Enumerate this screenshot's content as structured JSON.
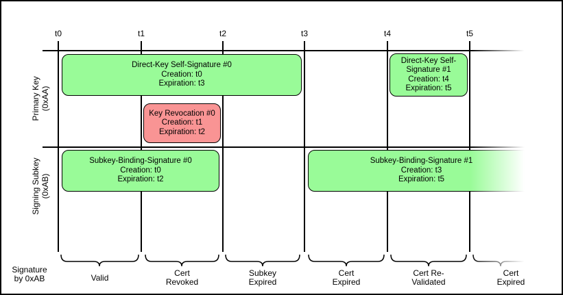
{
  "timeline": {
    "ticks": [
      "t0",
      "t1",
      "t2",
      "t3",
      "t4",
      "t5"
    ]
  },
  "rows": [
    {
      "label": "Primary Key\n(0xAA)"
    },
    {
      "label": "Signing Subkey\n(0xAB)"
    }
  ],
  "boxes": [
    {
      "title": "Direct-Key Self-Signature #0",
      "creation": "Creation: t0",
      "expiration": "Expiration: t3",
      "status_color": "#99fb98"
    },
    {
      "title": "Key Revocation #0",
      "creation": "Creation: t1",
      "expiration": "Expiration: t2",
      "status_color": "#f99494"
    },
    {
      "title": "Direct-Key Self-Signature #1",
      "creation": "Creation: t4",
      "expiration": "Expiration: t5",
      "status_color": "#99fb98"
    },
    {
      "title": "Subkey-Binding-Signature #0",
      "creation": "Creation: t0",
      "expiration": "Expiration: t2",
      "status_color": "#99fb98"
    },
    {
      "title": "Subkey-Binding-Signature #1",
      "creation": "Creation: t3",
      "expiration": "Expiration: t5",
      "status_color": "#99fb98"
    }
  ],
  "legend": {
    "label": "Signature\nby 0xAB"
  },
  "periods": [
    {
      "label": "Valid"
    },
    {
      "label": "Cert\nRevoked"
    },
    {
      "label": "Subkey\nExpired"
    },
    {
      "label": "Cert\nExpired"
    },
    {
      "label": "Cert Re-\nValidated"
    },
    {
      "label": "Cert\nExpired"
    }
  ],
  "colors": {
    "signature_valid": "#99fb98",
    "signature_revocation": "#f99494",
    "line": "#000000",
    "background": "#ffffff"
  }
}
